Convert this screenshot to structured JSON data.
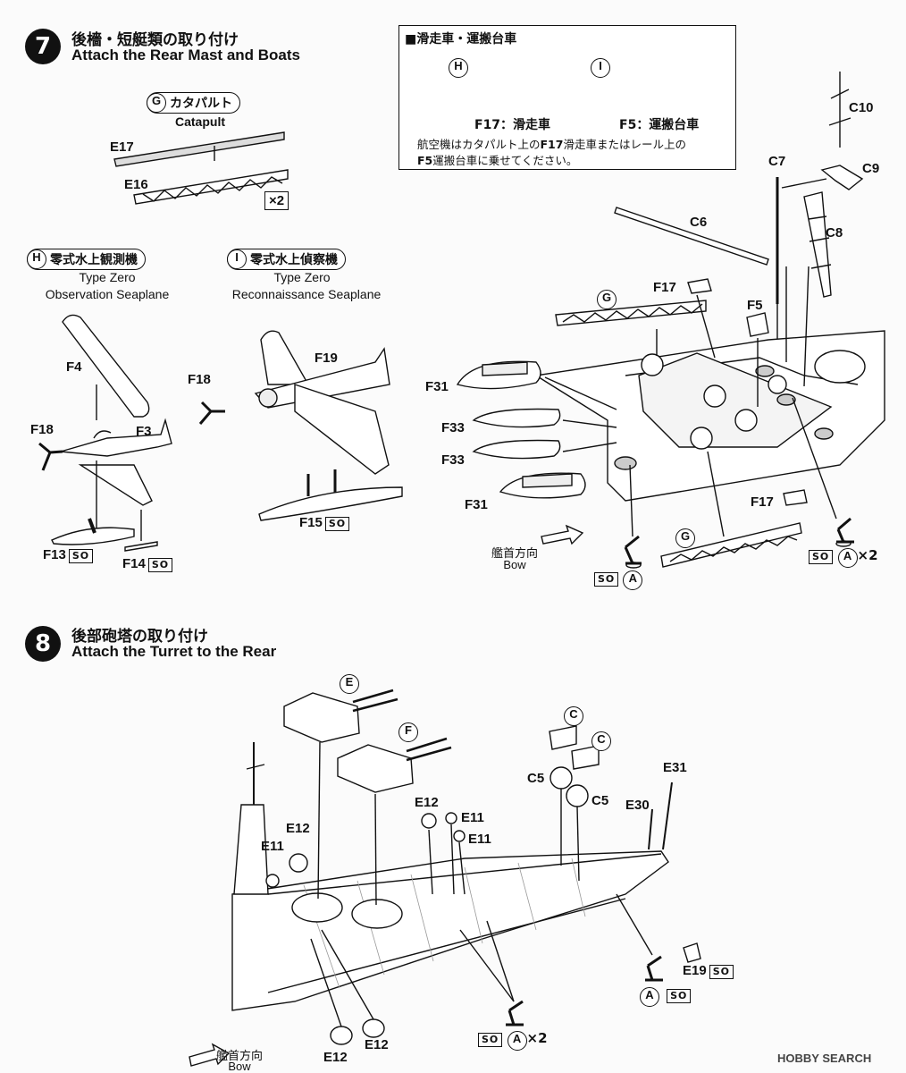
{
  "step7": {
    "number": "7",
    "title_jp": "後檣・短艇類の取り付け",
    "title_en": "Attach the Rear Mast and Boats"
  },
  "step8": {
    "number": "8",
    "title_jp": "後部砲塔の取り付け",
    "title_en": "Attach the Turret to the Rear"
  },
  "catapult": {
    "letter": "G",
    "jp": "カタパルト",
    "en": "Catapult",
    "multiplier": "×2"
  },
  "seaplane_h": {
    "letter": "H",
    "jp": "零式水上観測機",
    "en_line1": "Type Zero",
    "en_line2": "Observation Seaplane"
  },
  "seaplane_i": {
    "letter": "I",
    "jp": "零式水上偵察機",
    "en_line1": "Type Zero",
    "en_line2": "Reconnaissance Seaplane"
  },
  "infobox": {
    "header": "■滑走車・運搬台車",
    "letter_h": "H",
    "letter_i": "I",
    "f17_part": "F17",
    "f17_name": "：滑走車",
    "f5_part": "F5",
    "f5_name": "：運搬台車",
    "note_a": "航空機はカタパルト上の",
    "note_b": "F17",
    "note_c": "滑走車またはレール上の",
    "note_d": "F5",
    "note_e": "運搬台車に乗せてください。"
  },
  "parts": {
    "e17": "E17",
    "e16": "E16",
    "f4": "F4",
    "f18a": "F18",
    "f3": "F3",
    "f13": "F13",
    "f14": "F14",
    "f18b": "F18",
    "f19": "F19",
    "f15": "F15",
    "c10": "C10",
    "c9": "C9",
    "c7": "C7",
    "c8": "C8",
    "c6": "C6",
    "f17a": "F17",
    "g1": "G",
    "f5": "F5",
    "f31a": "F31",
    "f33a": "F33",
    "f33b": "F33",
    "f31b": "F31",
    "f17b": "F17",
    "g2": "G",
    "e": "E",
    "f": "F",
    "c_a": "C",
    "c_b": "C",
    "c5a": "C5",
    "c5b": "C5",
    "e31": "E31",
    "e30": "E30",
    "e12a": "E12",
    "e11a": "E11",
    "e12b": "E12",
    "e11b": "E11",
    "e11c": "E11",
    "e19": "E19",
    "e12c": "E12",
    "e12d": "E12"
  },
  "so_tag": "SO",
  "a_letter": "A",
  "times2": "×2",
  "bow": {
    "jp": "艦首方向",
    "en": "Bow"
  },
  "watermark": "HOBBY SEARCH"
}
